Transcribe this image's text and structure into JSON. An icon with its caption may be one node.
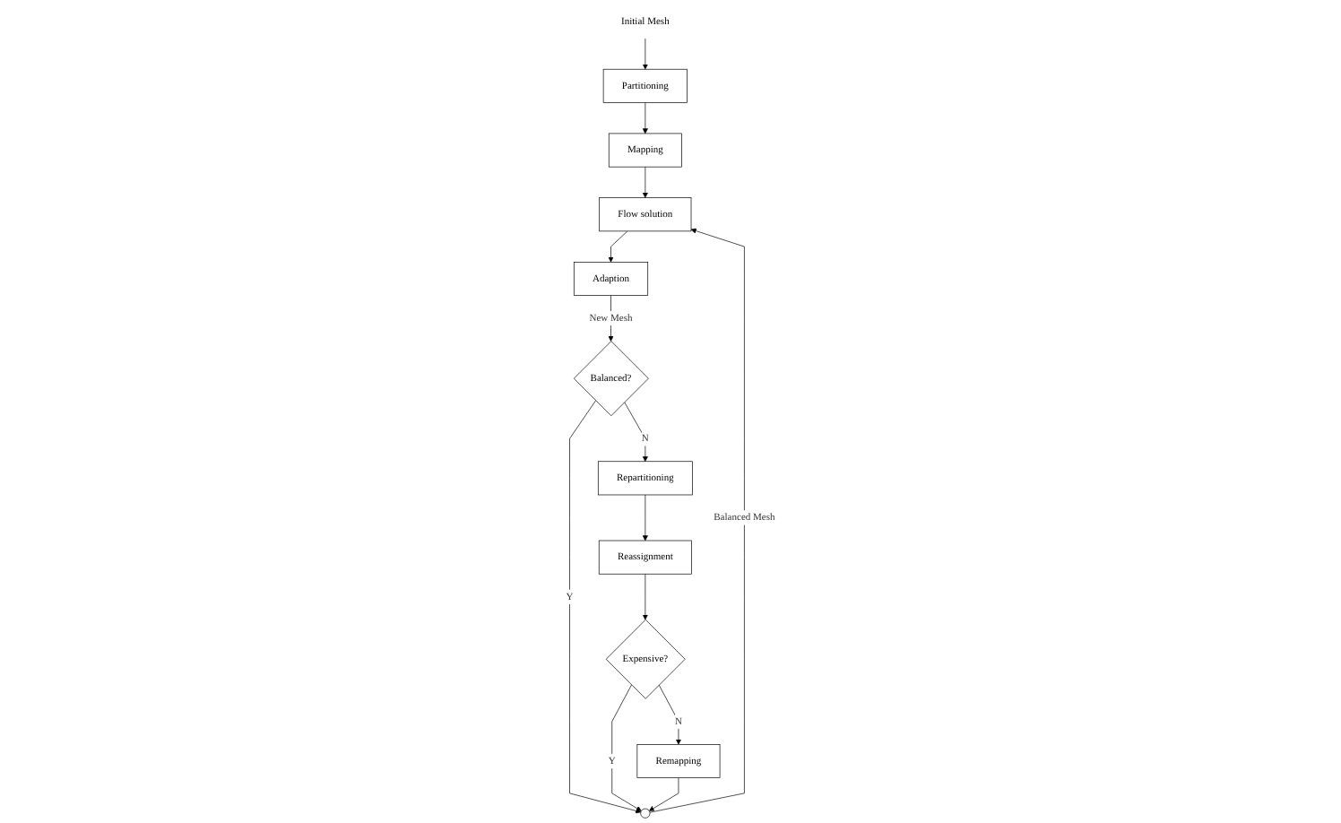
{
  "diagram": {
    "nodes": [
      {
        "text": [
          "Initial Mesh"
        ]
      },
      {
        "text": [
          "Partitioning"
        ]
      },
      {
        "text": [
          "Mapping"
        ]
      },
      {
        "text": [
          "Flow solution"
        ]
      },
      {
        "text": [
          "Adaption"
        ]
      },
      {
        "text": [
          "Balanced?"
        ]
      },
      {
        "text": [
          "Repartitioning"
        ]
      },
      {
        "text": [
          "Reassignment"
        ]
      },
      {
        "text": [
          "Expensive?"
        ]
      },
      {
        "text": [
          "Remapping"
        ]
      },
      {
        "text": [],
        "shape": "circle"
      }
    ],
    "edges": [
      {
        "from": 0,
        "to": 1,
        "arrow": "to"
      },
      {
        "from": 1,
        "to": 2,
        "arrow": "to"
      },
      {
        "from": 2,
        "to": 3,
        "arrow": "to"
      },
      {
        "from": 3,
        "to": 4,
        "arrow": "to"
      },
      {
        "from": 4,
        "to": 5,
        "arrow": "to",
        "label": "New Mesh"
      },
      {
        "from": 5,
        "to": 6,
        "arrow": "to",
        "label": "N"
      },
      {
        "from": 5,
        "to": 10,
        "arrow": "to",
        "label": "Y"
      },
      {
        "from": 6,
        "to": 7,
        "arrow": "to"
      },
      {
        "from": 7,
        "to": 8,
        "arrow": "to"
      },
      {
        "from": 8,
        "to": 10,
        "arrow": "to",
        "label": "Y"
      },
      {
        "from": 8,
        "to": 9,
        "arrow": "to",
        "label": "N"
      },
      {
        "from": 9,
        "to": 10,
        "arrow": "to"
      },
      {
        "from": 10,
        "to": 3,
        "arrow": "to",
        "label": "Balanced Mesh"
      }
    ]
  }
}
